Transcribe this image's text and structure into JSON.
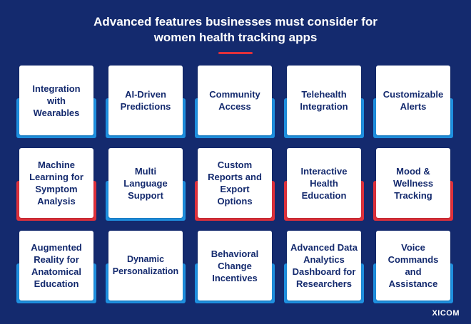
{
  "title": {
    "line1": "Advanced features businesses must consider for",
    "line2": "women health tracking apps"
  },
  "brand": "XICOM",
  "colors": {
    "background": "#142a6e",
    "accent_blue": "#1e90e0",
    "accent_red": "#e0313b",
    "card_text": "#142a6e"
  },
  "cards": [
    {
      "label": "Integration with Wearables",
      "accent": "blue"
    },
    {
      "label": "AI-Driven Predictions",
      "accent": "blue"
    },
    {
      "label": "Community Access",
      "accent": "blue"
    },
    {
      "label": "Telehealth Integration",
      "accent": "blue"
    },
    {
      "label": "Customizable Alerts",
      "accent": "blue"
    },
    {
      "label": "Machine Learning for Symptom Analysis",
      "accent": "red"
    },
    {
      "label": "Multi Language Support",
      "accent": "blue"
    },
    {
      "label": "Custom Reports and Export Options",
      "accent": "red"
    },
    {
      "label": "Interactive Health Education",
      "accent": "red"
    },
    {
      "label": "Mood & Wellness Tracking",
      "accent": "red"
    },
    {
      "label": "Augmented Reality for Anatomical Education",
      "accent": "blue"
    },
    {
      "label": "Dynamic Personalization",
      "accent": "blue"
    },
    {
      "label": "Behavioral Change Incentives",
      "accent": "blue"
    },
    {
      "label": "Advanced Data Analytics Dashboard for Researchers",
      "accent": "blue"
    },
    {
      "label": "Voice Commands and Assistance",
      "accent": "blue"
    }
  ]
}
